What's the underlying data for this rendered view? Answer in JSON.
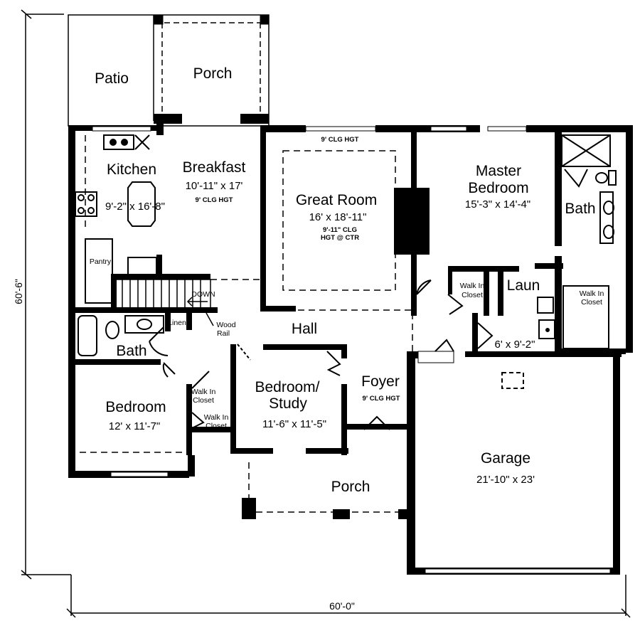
{
  "plan": {
    "rooms": {
      "patio": {
        "name": "Patio"
      },
      "porch_rear": {
        "name": "Porch"
      },
      "kitchen": {
        "name": "Kitchen",
        "size": "9'-2\" x 16'-8\""
      },
      "breakfast": {
        "name": "Breakfast",
        "size": "10'-11\" x 17'",
        "note": "9' CLG HGT"
      },
      "great_room": {
        "name": "Great Room",
        "size": "16' x 18'-11\"",
        "note_top": "9' CLG HGT",
        "note_line1": "9'-11\" CLG",
        "note_line2": "HGT @ CTR"
      },
      "master_bedroom": {
        "name_line1": "Master",
        "name_line2": "Bedroom",
        "size": "15'-3\" x 14'-4\""
      },
      "master_bath": {
        "name": "Bath"
      },
      "pantry": {
        "name": "Pantry"
      },
      "stairs": {
        "label": "DOWN",
        "rail_line1": "Wood",
        "rail_line2": "Rail"
      },
      "linen": {
        "name": "Linen"
      },
      "bath": {
        "name": "Bath"
      },
      "hall": {
        "name": "Hall"
      },
      "master_closet_1": {
        "line1": "Walk In",
        "line2": "Closet"
      },
      "laundry": {
        "name": "Laun",
        "size": "6' x 9'-2\""
      },
      "master_closet_2": {
        "line1": "Walk In",
        "line2": "Closet"
      },
      "bedroom": {
        "name": "Bedroom",
        "size": "12' x 11'-7\""
      },
      "closet_a": {
        "line1": "Walk In",
        "line2": "Closet"
      },
      "closet_b": {
        "line1": "Walk In",
        "line2": "Closet"
      },
      "study": {
        "name_line1": "Bedroom/",
        "name_line2": "Study",
        "size": "11'-6\" x 11'-5\""
      },
      "foyer": {
        "name": "Foyer",
        "note": "9' CLG HGT"
      },
      "porch_front": {
        "name": "Porch"
      },
      "garage": {
        "name": "Garage",
        "size": "21'-10\" x 23'"
      }
    },
    "dimensions": {
      "depth": "60'-6\"",
      "width": "60'-0\""
    }
  }
}
